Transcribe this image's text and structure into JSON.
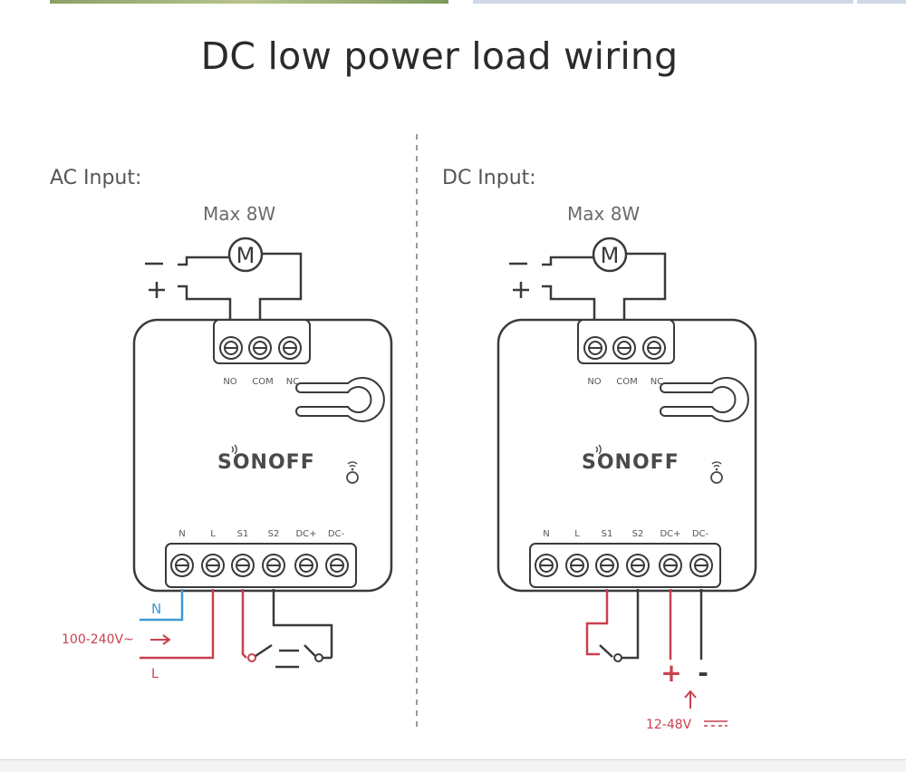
{
  "title": "DC low power load wiring",
  "colors": {
    "line": "#3a3a3a",
    "live": "#c9414f",
    "neutral": "#3d9ad6",
    "divider": "#9a9a9a",
    "text": "#555555"
  },
  "panels": [
    {
      "id": "ac",
      "section_label": "AC Input:",
      "max_label": "Max 8W",
      "motor_label": "M",
      "load_minus": "-",
      "load_plus": "+",
      "top_terminals": [
        "NO",
        "COM",
        "NC"
      ],
      "bottom_terminals": [
        "N",
        "L",
        "S1",
        "S2",
        "DC+",
        "DC-"
      ],
      "brand": "SONOFF",
      "neutral_label": "N",
      "voltage_label": "100-240V~",
      "live_label": "L"
    },
    {
      "id": "dc",
      "section_label": "DC Input:",
      "max_label": "Max 8W",
      "motor_label": "M",
      "load_minus": "-",
      "load_plus": "+",
      "top_terminals": [
        "NO",
        "COM",
        "NC"
      ],
      "bottom_terminals": [
        "N",
        "L",
        "S1",
        "S2",
        "DC+",
        "DC-"
      ],
      "brand": "SONOFF",
      "supply_plus": "+",
      "supply_minus": "-",
      "voltage_label": "12-48V"
    }
  ]
}
